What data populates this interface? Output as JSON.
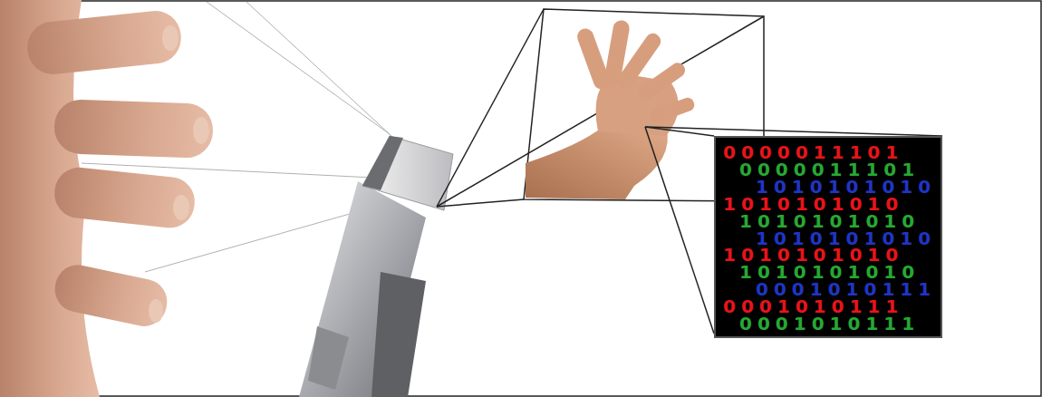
{
  "diagram": {
    "nodes": [
      {
        "text": [
          "0000011101",
          "0000011101",
          "1010101010",
          "1010101010",
          "1010101010",
          "1010101010",
          "1010101010",
          "1010101010",
          "0001010111",
          "0001010111",
          "0001010111"
        ]
      }
    ]
  }
}
